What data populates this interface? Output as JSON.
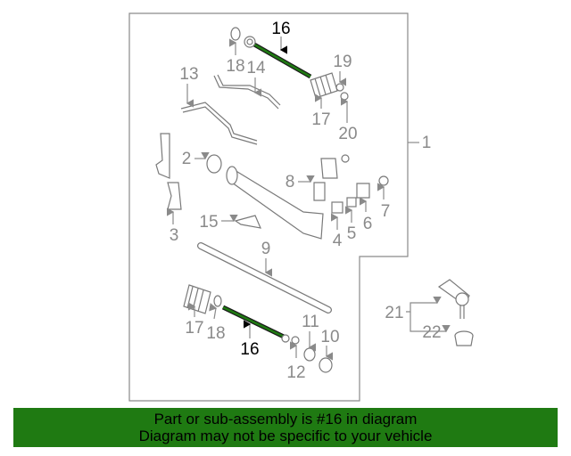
{
  "callouts": {
    "c1": "1",
    "c2": "2",
    "c3": "3",
    "c4": "4",
    "c5": "5",
    "c6": "6",
    "c7": "7",
    "c8": "8",
    "c9": "9",
    "c10": "10",
    "c11": "11",
    "c12": "12",
    "c13": "13",
    "c14": "14",
    "c15": "15",
    "c16_top": "16",
    "c16_bottom": "16",
    "c17_top": "17",
    "c17_bottom": "17",
    "c18_top": "18",
    "c18_bottom": "18",
    "c19": "19",
    "c20": "20",
    "c21": "21",
    "c22": "22"
  },
  "banner": {
    "line1": "Part or sub-assembly is #16 in diagram",
    "line2": "Diagram may not be specific to your vehicle"
  },
  "colors": {
    "banner_bg": "#1f7a12",
    "highlight_part": "#1f7a12",
    "callout_text": "#8a8a8a",
    "highlight_text": "#000000"
  }
}
